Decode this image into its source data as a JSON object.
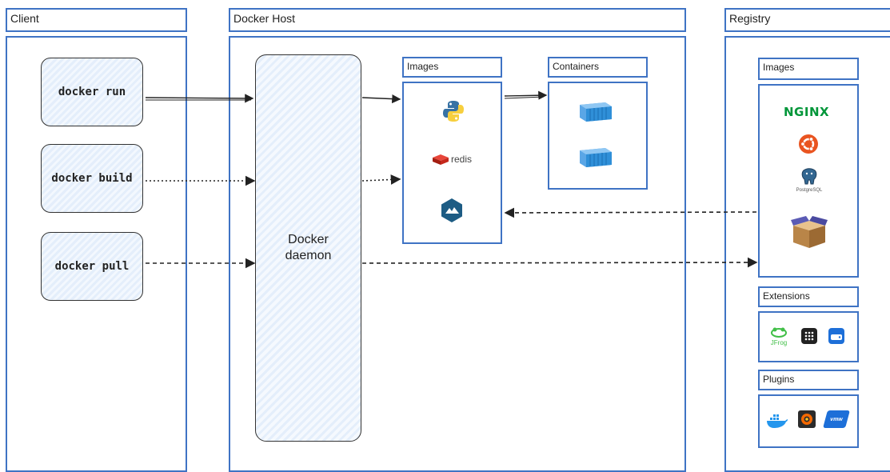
{
  "client": {
    "title": "Client",
    "commands": [
      "docker run",
      "docker build",
      "docker pull"
    ]
  },
  "host": {
    "title": "Docker Host",
    "daemon_line1": "Docker",
    "daemon_line2": "daemon",
    "images_title": "Images",
    "containers_title": "Containers",
    "redis_label": "redis"
  },
  "registry": {
    "title": "Registry",
    "images_title": "Images",
    "nginx_label": "NGINX",
    "postgres_label": "PostgreSQL",
    "extensions_title": "Extensions",
    "jfrog_label": "JFrog",
    "plugins_title": "Plugins",
    "vmw_label": "vmw"
  },
  "colors": {
    "frame": "#3f73c4",
    "docker_blue": "#2f8fd8",
    "redis_red": "#d82c20",
    "nginx_green": "#009639",
    "ubuntu_orange": "#e95420",
    "jfrog_green": "#41bf47"
  },
  "icons": [
    "python-icon",
    "redis-icon",
    "portainer-icon",
    "container-icon",
    "nginx-icon",
    "ubuntu-icon",
    "postgresql-icon",
    "package-box-icon",
    "jfrog-icon",
    "grid-app-icon",
    "disk-icon",
    "docker-whale-icon",
    "grafana-icon",
    "vmware-icon"
  ]
}
